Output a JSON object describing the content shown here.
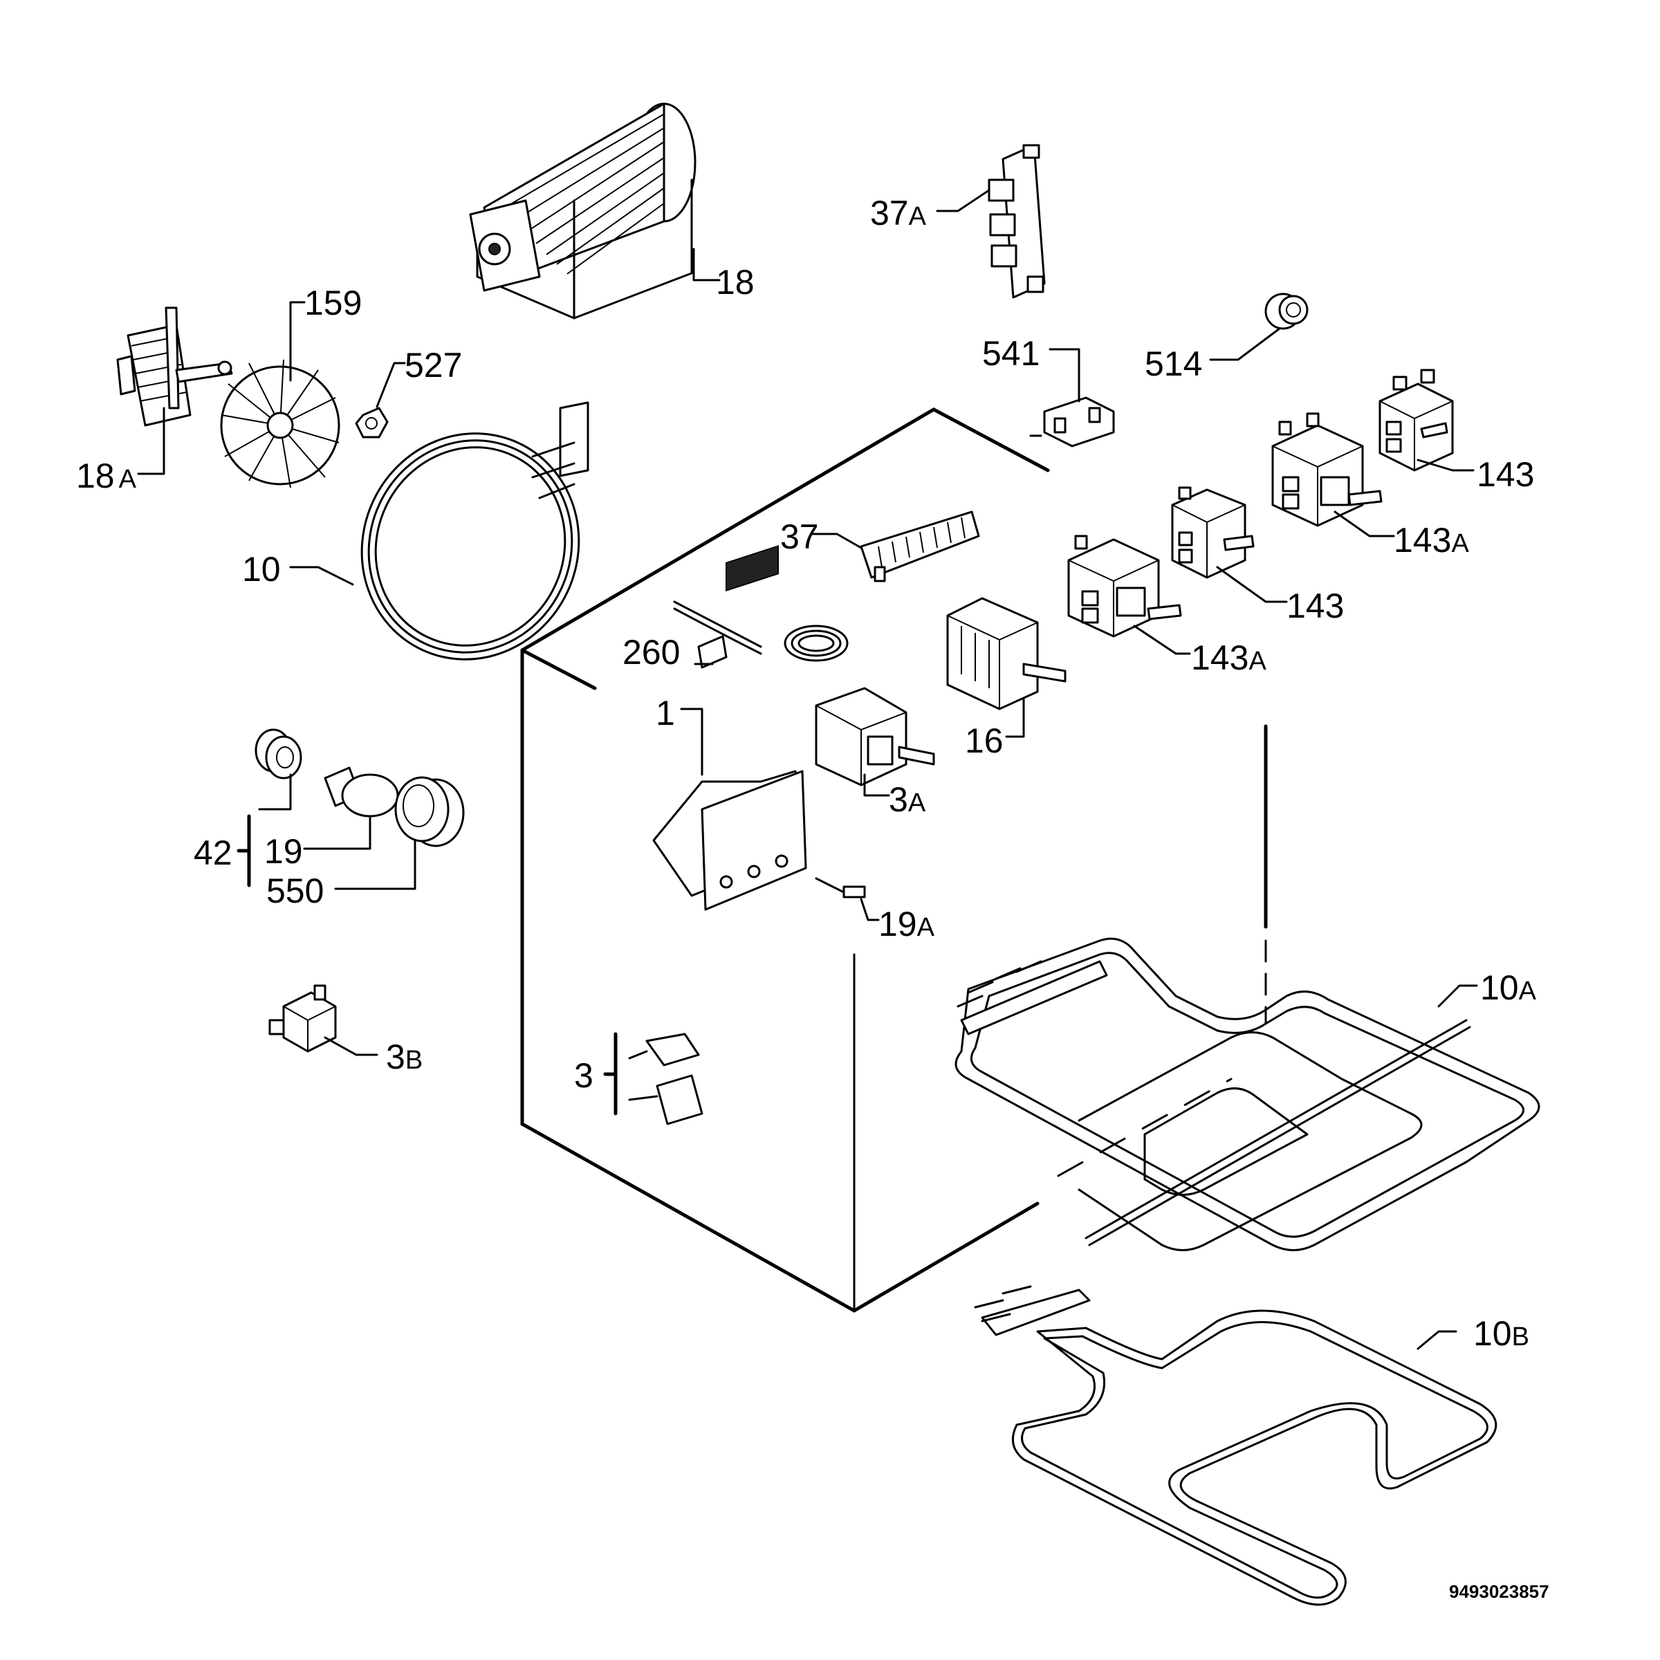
{
  "labels": {
    "p18": "18",
    "p37A_num": "37",
    "p37A_suf": "A",
    "p159": "159",
    "p527": "527",
    "p18A_num": "18",
    "p18A_suf": "A",
    "p541": "541",
    "p514": "514",
    "p143_a": "143",
    "p143A_a_num": "143",
    "p143A_a_suf": "A",
    "p37": "37",
    "p143_b": "143",
    "p143A_b_num": "143",
    "p143A_b_suf": "A",
    "p10": "10",
    "p260": "260",
    "p1": "1",
    "p16": "16",
    "p3A_num": "3",
    "p3A_suf": "A",
    "p42": "42",
    "p19": "19",
    "p550": "550",
    "p19A_num": "19",
    "p19A_suf": "A",
    "p10A_num": "10",
    "p10A_suf": "A",
    "p3B_num": "3",
    "p3B_suf": "B",
    "p3": "3",
    "p10B_num": "10",
    "p10B_suf": "B"
  },
  "doc_number": "9493023857"
}
